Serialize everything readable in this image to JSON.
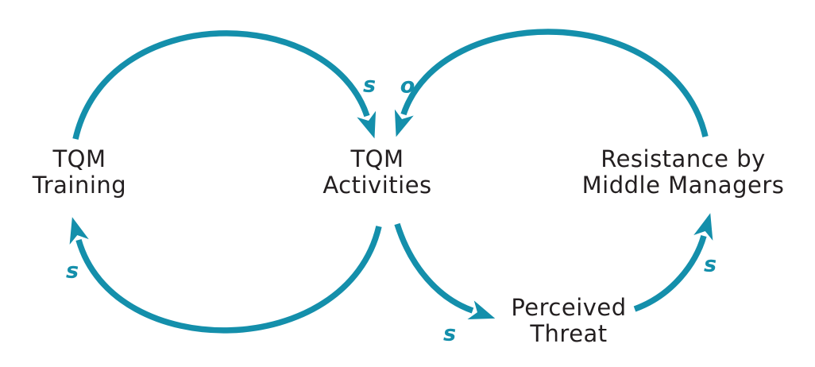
{
  "diagram": {
    "type": "causal-loop-diagram",
    "colors": {
      "arrow_accent": "#148FAB",
      "text": "#231F20",
      "background": "#FFFFFF"
    },
    "nodes": {
      "training": {
        "line1": "TQM",
        "line2": "Training"
      },
      "activities": {
        "line1": "TQM",
        "line2": "Activities"
      },
      "resistance": {
        "line1": "Resistance by",
        "line2": "Middle Managers"
      },
      "threat": {
        "line1": "Perceived",
        "line2": "Threat"
      }
    },
    "links": {
      "training_to_activities": {
        "polarity": "s"
      },
      "resistance_to_activities": {
        "polarity": "o"
      },
      "activities_to_training": {
        "polarity": "s"
      },
      "activities_to_threat": {
        "polarity": "s"
      },
      "threat_to_resistance": {
        "polarity": "s"
      }
    }
  }
}
